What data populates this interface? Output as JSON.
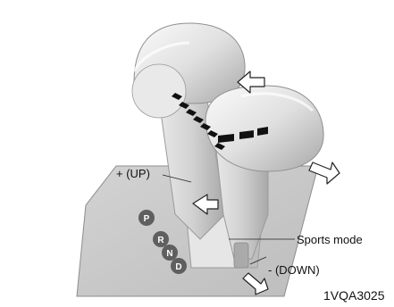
{
  "image": {
    "figure_code": "1VQA3025",
    "colors": {
      "background": "#ffffff",
      "knob_light": "#f2f2f2",
      "knob_mid": "#cfcfcf",
      "knob_dark": "#9a9a9a",
      "plate": "#c9c9c9",
      "gate_slot": "#e3e3e3",
      "pattern": "#111111"
    },
    "gear_positions": [
      "P",
      "R",
      "N",
      "D"
    ],
    "annotations": {
      "up": "+ (UP)",
      "down": "- (DOWN)",
      "sports_mode": "Sports mode"
    },
    "arrows": [
      "up-arrow",
      "down-arrow",
      "push-arrow",
      "pull-arrow"
    ]
  }
}
